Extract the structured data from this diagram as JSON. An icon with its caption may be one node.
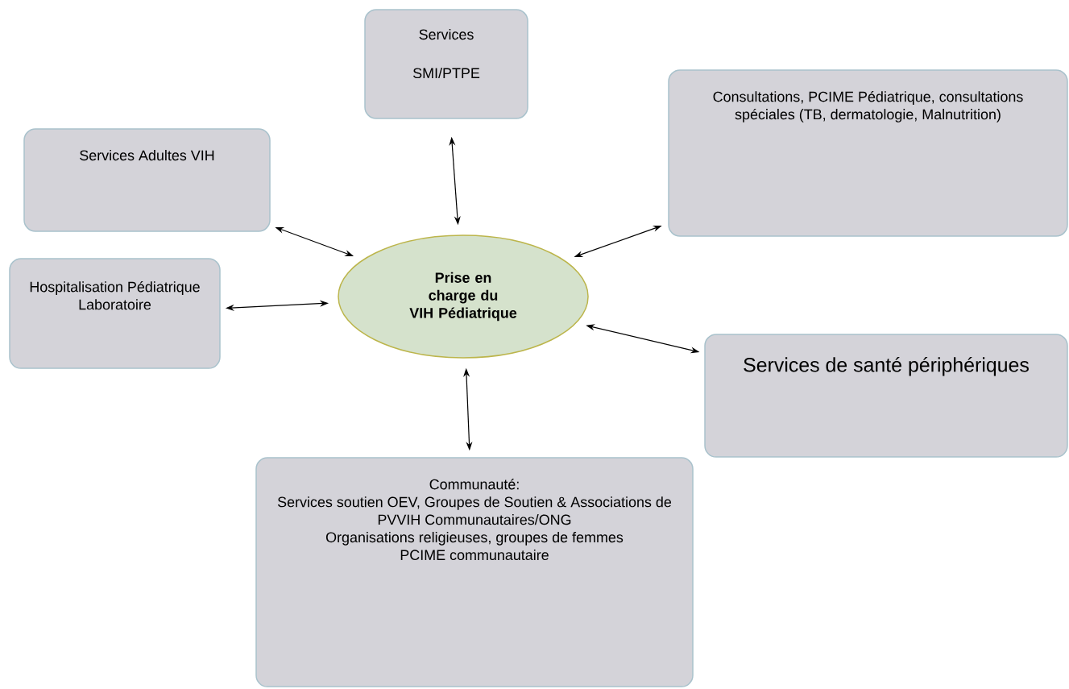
{
  "diagram": {
    "nodes": [
      {
        "text": [
          "Services",
          "SMI/PTPE"
        ]
      },
      {
        "text": [
          "Consultations, PCIME Pédiatrique, consultations spéciales (TB, dermatologie, Malnutrition)"
        ]
      },
      {
        "text": [
          "Services Adultes VIH"
        ]
      },
      {
        "text": [
          "Prise en charge du VIH Pédiatrique"
        ]
      },
      {
        "text": [
          "Hospitalisation Pédiatrique Laboratoire"
        ]
      },
      {
        "text": [
          "Services de santé périphériques"
        ]
      },
      {
        "text": [
          "Communauté:",
          "Services soutien OEV, Groupes de Soutien & Associations de PVVIH Communautaires/ONG",
          "Organisations religieuses, groupes de femmes",
          "PCIME communautaire"
        ]
      }
    ],
    "edges": [
      {
        "from": 3,
        "to": 0,
        "arrow": "both"
      },
      {
        "from": 3,
        "to": 2,
        "arrow": "both"
      },
      {
        "from": 3,
        "to": 1,
        "arrow": "both"
      },
      {
        "from": 3,
        "to": 4,
        "arrow": "both"
      },
      {
        "from": 3,
        "to": 5,
        "arrow": "both"
      },
      {
        "from": 3,
        "to": 6,
        "arrow": "both"
      }
    ]
  }
}
